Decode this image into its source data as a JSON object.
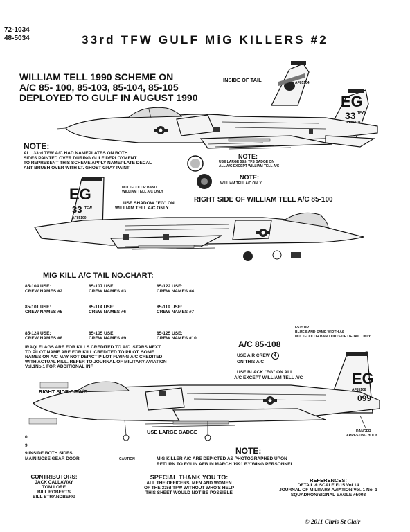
{
  "header": {
    "catalog_72": "72-1034",
    "catalog_48": "48-5034",
    "title": "33rd TFW GULF MiG KILLERS #2"
  },
  "scheme": {
    "line1": "WILLIAM TELL 1990 SCHEME ON",
    "line2": "A/C 85- 100, 85-103, 85-104, 85-105",
    "line3": "DEPLOYED TO GULF IN AUGUST 1990"
  },
  "inside_tail": "INSIDE OF TAIL",
  "note1": {
    "title": "NOTE:",
    "lines": [
      "ALL 33rd TFW A/C HAD NAMEPLATES ON BOTH",
      "SIDES PAINTED OVER DURING GULF DEPLOYMENT.",
      "TO REPRESENT THIS SCHEME APPLY NAMEPLATE DECAL",
      "ANT BRUSH OVER WITH LT. GHOST GRAY PAINT"
    ]
  },
  "note2": {
    "title": "NOTE:",
    "lines": [
      "USE LARGE 58th TFS BADGE ON",
      "ALL A/C EXCEPT WILLIAM TELL A/C"
    ]
  },
  "note3": {
    "title": "NOTE:",
    "line": "WILLIAM TELL A/C ONLY"
  },
  "multicolor_band": {
    "line1": "MULTI-COLOR BAND",
    "line2": "WILLIAM TELL A/C ONLY"
  },
  "shadow_eg": {
    "line1": "USE SHADOW \"EG\" ON",
    "line2": "WILLIAM TELL A/C ONLY"
  },
  "right_side_100": "RIGHT SIDE OF WILLIAM TELL A/C 85-100",
  "tail_markings": {
    "eg": "EG",
    "num": "33",
    "tfw": "TFW",
    "serial": "AF85104",
    "serial2": "AF85100"
  },
  "chart": {
    "title": "MIG KILL A/C TAIL NO.CHART:",
    "entries": [
      {
        "tail": "85-104  USE:",
        "crew": "CREW NAMES #2"
      },
      {
        "tail": "85-107  USE:",
        "crew": "CREW NAMES #3"
      },
      {
        "tail": "85-122  USE:",
        "crew": "CREW NAMES #4"
      },
      {
        "tail": "85-101  USE:",
        "crew": "CREW NAMES #5"
      },
      {
        "tail": "85-114  USE:",
        "crew": "CREW NAMES #6"
      },
      {
        "tail": "85-119  USE:",
        "crew": "CREW NAMES #7"
      },
      {
        "tail": "85-124  USE:",
        "crew": "CREW NAMES #8"
      },
      {
        "tail": "85-105  USE:",
        "crew": "CREW NAMES #9"
      },
      {
        "tail": "85-125  USE:",
        "crew": "CREW NAMES #10"
      }
    ]
  },
  "iraqi": {
    "lines": [
      "IRAQI FLAGS ARE FOR KILLS CREDITED TO A/C. STARS NEXT",
      "TO PILOT NAME ARE FOR KILL CREDITED TO PILOT. SOME",
      "NAMES ON A/C MAY NOT DEPICT PILOT FLYING A/C CREDITED",
      "WITH ACTUAL KILL. REFER TO JOURNAL OF MILITARY AVIATION",
      "Vol.1No.1 FOR ADDITIONAL INF"
    ]
  },
  "ac108": {
    "title": "A/C 85-108",
    "fs": "FS15102",
    "band1": "BLUE BAND SAME WIDTH AS",
    "band2": "MULTI-COLOR BAND OUTSIDE OF TAIL ONLY",
    "aircrew1": "USE AIR CREW",
    "aircrew_num": "4",
    "aircrew2": "ON THIS A/C",
    "black1": "USE BLACK \"EG\" ON ALL",
    "black2": "A/C EXCEPT WILLIAM TELL A/C",
    "tail_serial": "AF85108",
    "tail_num": "099"
  },
  "right_side_ac": "RIGHT SIDE OF A/C",
  "use_large_badge": "USE LARGE BADGE",
  "danger": "DANGER",
  "arresting_hook": "ARRESTING HOOK",
  "caution": "CAUTION",
  "nose_gear": {
    "c1": "0",
    "c2": "9",
    "line": "9 INSIDE BOTH SIDES",
    "line2": "MAIN NOSE GEAR DOOR"
  },
  "note4": {
    "title": "NOTE:",
    "line1": "MIG KILLER A/C ARE DEPICTED AS PHOTOGRAPHED UPON",
    "line2": "RETURN TO EGLIN  AFB  IN MARCH 1991 BY WING PERSONNEL"
  },
  "contributors": {
    "title": "CONTRIBUTORS:",
    "names": [
      "JACK CALLAWAY",
      "TOM LORE",
      "BILL ROBERTS",
      "BILL STRANDBERG"
    ]
  },
  "thanks": {
    "title": "SPECIAL THANK YOU TO:",
    "lines": [
      "ALL THE OFFICERS, MEN AND WOMEN",
      "OF THE 33rd TFW WITHOUT WHO'S HELP",
      "THIS SHEET WOULD NOT BE POSSIBLE"
    ]
  },
  "references": {
    "title": "REFERENCES:",
    "lines": [
      "DETAIL & SCALE F-15 Vol.14",
      "JOURNAL OF MILITARY AVIATION Vol. 1 No. 1",
      "SQUADRON/SIGNAL EAGLE #5003"
    ]
  },
  "copyright": "© 2011 Chris St Clair"
}
